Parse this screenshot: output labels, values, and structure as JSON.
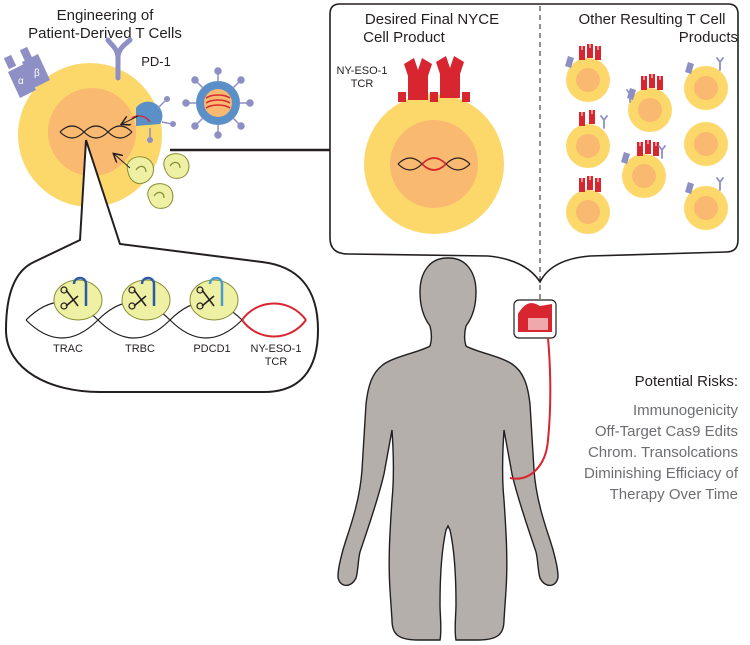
{
  "engineering": {
    "title_line1": "Engineering of",
    "title_line2": "Patient-Derived T Cells",
    "pd1_label": "PD-1",
    "alpha_label": "α",
    "beta_label": "β"
  },
  "genes": {
    "trac": "TRAC",
    "trbc": "TRBC",
    "pdcd1": "PDCD1",
    "nyeso_line1": "NY-ESO-1",
    "nyeso_line2": "TCR"
  },
  "desired": {
    "title_line1": "Desired Final NYCE",
    "title_line2": "Cell Product",
    "tcr_line1": "NY-ESO-1",
    "tcr_line2": "TCR"
  },
  "other": {
    "title_line1": "Other Resulting T Cell",
    "title_line2": "Products"
  },
  "risks": {
    "heading": "Potential Risks:",
    "items": [
      "Immunogenicity",
      "Off-Target Cas9 Edits",
      "Chrom. Transolcations",
      "Diminishing Efficiacy of",
      "Therapy Over Time"
    ]
  },
  "colors": {
    "cell_outer": "#fcd86b",
    "cell_inner": "#f9b970",
    "tcr_red": "#d7262f",
    "cas9_yellow": "#eef0a3",
    "receptor_purple": "#8e8fc4",
    "virus_blue": "#5b8fc7",
    "body_gray": "#b4afab"
  }
}
